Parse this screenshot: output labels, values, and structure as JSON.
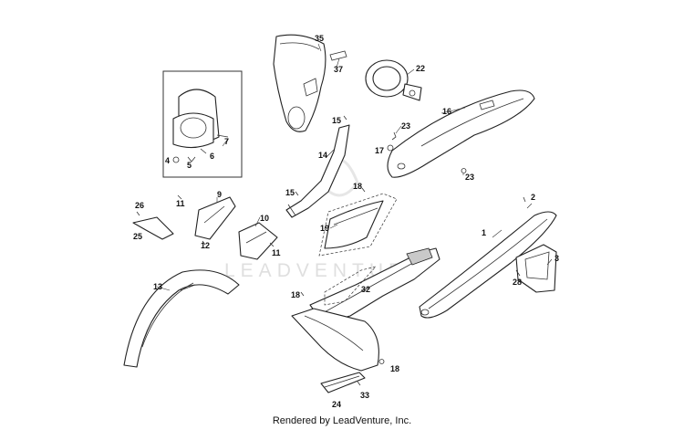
{
  "callouts": {
    "c1": "1",
    "c2": "2",
    "c3": "3",
    "c4": "4",
    "c5": "5",
    "c6": "6",
    "c7": "7",
    "c9": "9",
    "c10": "10",
    "c11a": "11",
    "c11b": "11",
    "c12": "12",
    "c13": "13",
    "c14": "14",
    "c15a": "15",
    "c15b": "15",
    "c16": "16",
    "c17": "17",
    "c18a": "18",
    "c18b": "18",
    "c18c": "18",
    "c19": "19",
    "c22": "22",
    "c23a": "23",
    "c23b": "23",
    "c24": "24",
    "c25": "25",
    "c26": "26",
    "c28": "28",
    "c32": "32",
    "c33": "33",
    "c35": "35",
    "c37": "37"
  },
  "watermark": {
    "brand": "LEADVENTURE"
  },
  "footer": {
    "credit": "Rendered by LeadVenture, Inc."
  }
}
